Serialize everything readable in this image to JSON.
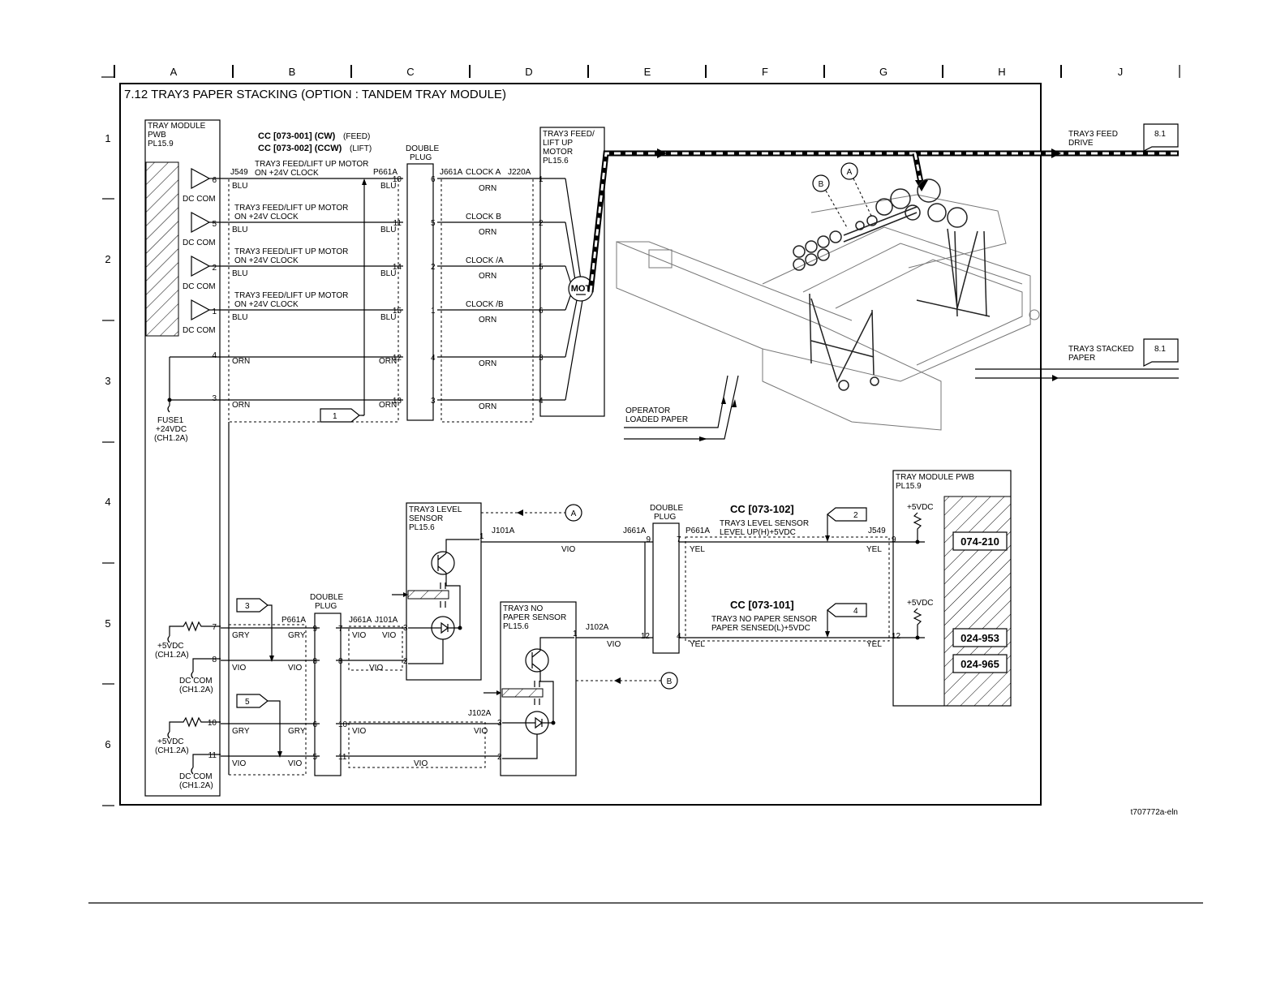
{
  "grid": {
    "columns": [
      "A",
      "B",
      "C",
      "D",
      "E",
      "F",
      "G",
      "H",
      "J"
    ],
    "rows": [
      "1",
      "2",
      "3",
      "4",
      "5",
      "6"
    ]
  },
  "title": "7.12 TRAY3 PAPER STACKING (OPTION : TANDEM TRAY MODULE)",
  "figure_id": "t707772a-eln",
  "pwb_left": {
    "line1": "TRAY MODULE",
    "line2": "PWB",
    "line3": "PL15.9"
  },
  "dc_com": "DC COM",
  "cc_feed": "CC [073-001] (CW)",
  "cc_feed_tag": "(FEED)",
  "cc_lift": "CC [073-002] (CCW)",
  "cc_lift_tag": "(LIFT)",
  "motor_label_top": {
    "line1": "TRAY3 FEED/LIFT UP MOTOR",
    "line2": "ON +24V CLOCK"
  },
  "motor_label": {
    "line1": "TRAY3 FEED/LIFT UP MOTOR",
    "line2": "ON +24V CLOCK"
  },
  "conn": {
    "j549": "J549",
    "p661a": "P661A",
    "j661a": "J661A",
    "j220a": "J220A",
    "j101a": "J101A",
    "j102a": "J102A"
  },
  "double_plug": {
    "line1": "DOUBLE",
    "line2": "PLUG"
  },
  "wires": {
    "blu": "BLU",
    "orn": "ORN",
    "vio": "VIO",
    "gry": "GRY",
    "yel": "YEL"
  },
  "clocks": [
    "CLOCK A",
    "CLOCK B",
    "CLOCK /A",
    "CLOCK /B"
  ],
  "motor_box": {
    "line1": "TRAY3 FEED/",
    "line2": "LIFT UP",
    "line3": "MOTOR",
    "line4": "PL15.6"
  },
  "mot": "MOT",
  "top_pins": {
    "j549": [
      "6",
      "5",
      "2",
      "1",
      "4",
      "3"
    ],
    "plug_left": [
      "10",
      "11",
      "14",
      "15",
      "12",
      "13"
    ],
    "plug_right": [
      "6",
      "5",
      "2",
      "1",
      "4",
      "3"
    ],
    "j220a": [
      "1",
      "2",
      "5",
      "6",
      "3",
      "4"
    ]
  },
  "fuse": {
    "line1": "FUSE1",
    "line2": "+24VDC",
    "line3": "(CH1.2A)"
  },
  "p5vdc": {
    "line1": "+5VDC",
    "line2": "(CH1.2A)"
  },
  "dccom_ch": {
    "line1": "DC COM",
    "line2": "(CH1.2A)"
  },
  "tray3_feed_drive": {
    "line1": "TRAY3 FEED",
    "line2": "DRIVE",
    "ref": "8.1"
  },
  "tray3_stacked_paper": {
    "line1": "TRAY3 STACKED",
    "line2": "PAPER",
    "ref": "8.1"
  },
  "operator_loaded": {
    "line1": "OPERATOR",
    "line2": "LOADED PAPER"
  },
  "level_sensor": {
    "line1": "TRAY3 LEVEL",
    "line2": "SENSOR",
    "line3": "PL15.6"
  },
  "no_paper_sensor": {
    "line1": "TRAY3 NO",
    "line2": "PAPER SENSOR",
    "line3": "PL15.6"
  },
  "cc_102": "CC [073-102]",
  "cc_102_desc": {
    "line1": "TRAY3 LEVEL SENSOR",
    "line2": "LEVEL UP(H)+5VDC"
  },
  "cc_101": "CC [073-101]",
  "cc_101_desc": {
    "line1": "TRAY3 NO PAPER SENSOR",
    "line2": "PAPER SENSED(L)+5VDC"
  },
  "pwb_right": {
    "line1": "TRAY MODULE PWB",
    "line2": "PL15.9"
  },
  "p5vdc_short": "+5VDC",
  "fault_codes": [
    "074-210",
    "024-953",
    "024-965"
  ],
  "callouts": {
    "a": "A",
    "b": "B"
  },
  "flags": [
    "1",
    "2",
    "3",
    "4",
    "5"
  ],
  "pins": {
    "p7": "7",
    "p8": "8",
    "p9": "9",
    "p10": "10",
    "p11": "11",
    "p12": "12",
    "p1": "1",
    "p2": "2",
    "p3": "3",
    "p4": "4",
    "p5": "5",
    "p6": "6"
  }
}
